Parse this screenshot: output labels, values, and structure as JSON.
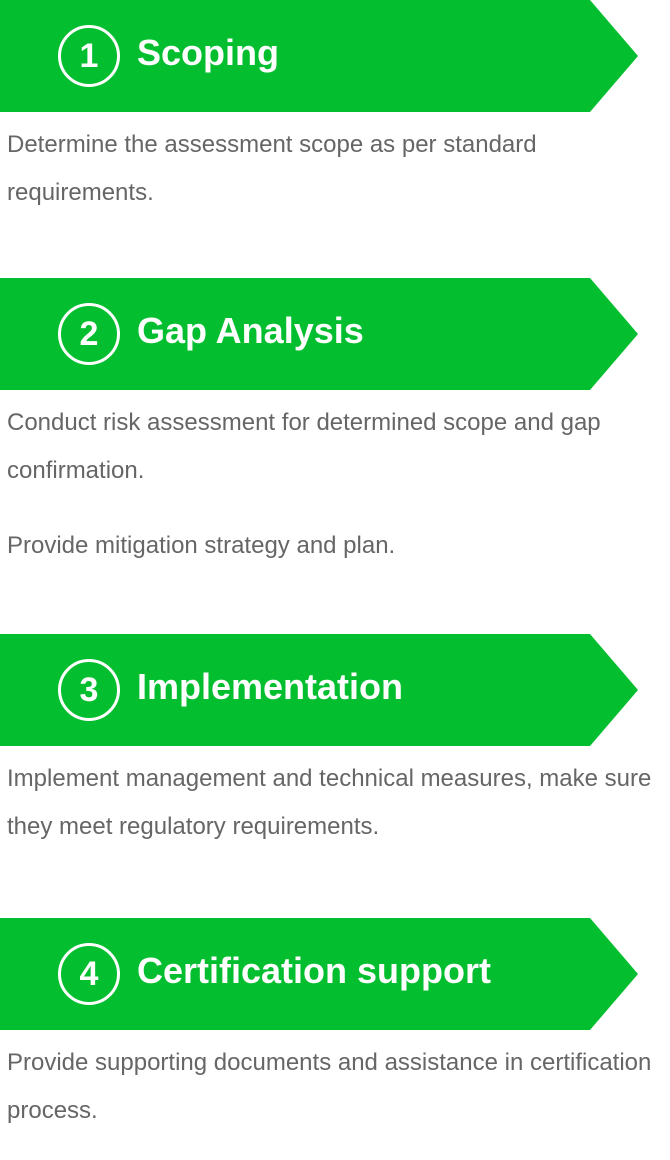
{
  "colors": {
    "accent": "#03bf2f",
    "text": "#666666",
    "title": "#ffffff"
  },
  "steps": [
    {
      "number": "1",
      "title": "Scoping",
      "descriptions": [
        "Determine the assessment scope as per standard requirements."
      ]
    },
    {
      "number": "2",
      "title": "Gap Analysis",
      "descriptions": [
        "Conduct risk assessment for determined scope and gap confirmation.",
        "Provide mitigation strategy and plan."
      ]
    },
    {
      "number": "3",
      "title": "Implementation",
      "descriptions": [
        "Implement management and technical measures, make sure they meet regulatory requirements."
      ]
    },
    {
      "number": "4",
      "title": "Certification support",
      "descriptions": [
        "Provide supporting documents and assistance in certification process."
      ]
    }
  ]
}
